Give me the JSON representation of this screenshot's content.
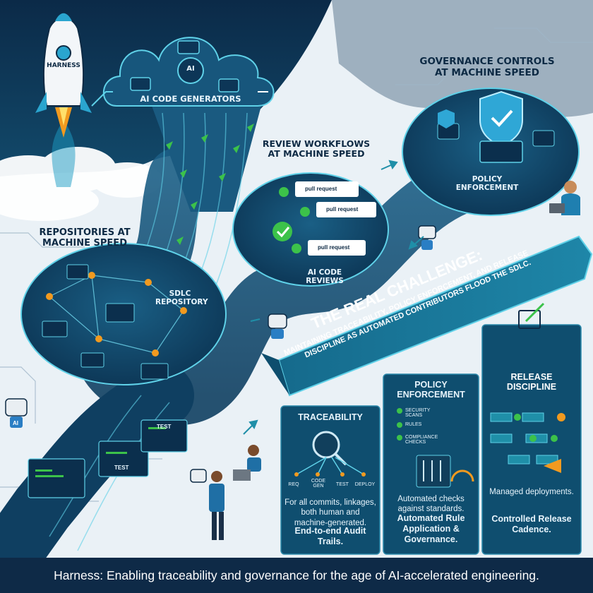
{
  "rocket": {
    "label": "HARNESS"
  },
  "generators": {
    "title": "AI CODE GENERATORS",
    "badge": "AI"
  },
  "repositories": {
    "title_line1": "REPOSITORIES AT",
    "title_line2": "MACHINE SPEED",
    "hub_line1": "SDLC",
    "hub_line2": "REPOSITORY"
  },
  "review": {
    "title_line1": "REVIEW WORKFLOWS",
    "title_line2": "AT MACHINE SPEED",
    "cards": [
      "pull request",
      "pull request",
      "pull request"
    ],
    "hub_line1": "AI CODE",
    "hub_line2": "REVIEWS"
  },
  "governance": {
    "title_line1": "GOVERNANCE CONTROLS",
    "title_line2": "AT MACHINE SPEED",
    "hub_line1": "POLICY",
    "hub_line2": "ENFORCEMENT"
  },
  "banner": {
    "title": "THE REAL CHALLENGE:",
    "line1": "MAINTAINING TRACEABILITY, POLICY ENFORCEMENT, AND RELEASE",
    "line2": "DISCIPLINE AS AUTOMATED CONTRIBUTORS FLOOD THE SDLC."
  },
  "pipeline": {
    "test_card": "TEST",
    "test_card2": "TEST"
  },
  "robot_badge": "AI",
  "panels": [
    {
      "title": "TRACEABILITY",
      "stages": [
        "REQ",
        "CODE GEN",
        "TEST",
        "DEPLOY"
      ],
      "desc": "For all commits, linkages, both human and machine-generated.",
      "bold": "End-to-end Audit Trails."
    },
    {
      "title_line1": "POLICY",
      "title_line2": "ENFORCEMENT",
      "checks": [
        "SECURITY SCANS",
        "RULES",
        "COMPLIANCE CHECKS"
      ],
      "desc": "Automated checks against standards.",
      "bold": "Automated Rule Application & Governance."
    },
    {
      "title_line1": "RELEASE",
      "title_line2": "DISCIPLINE",
      "desc": "Managed deployments.",
      "bold": "Controlled Release Cadence."
    }
  ],
  "footer": "Harness: Enabling traceability and governance for the age of AI-accelerated engineering.",
  "colors": {
    "navy": "#0e2a47",
    "teal": "#1f8fa8",
    "green": "#3cc24a",
    "orange": "#f29a1f",
    "panel": "#0f4e6f"
  }
}
